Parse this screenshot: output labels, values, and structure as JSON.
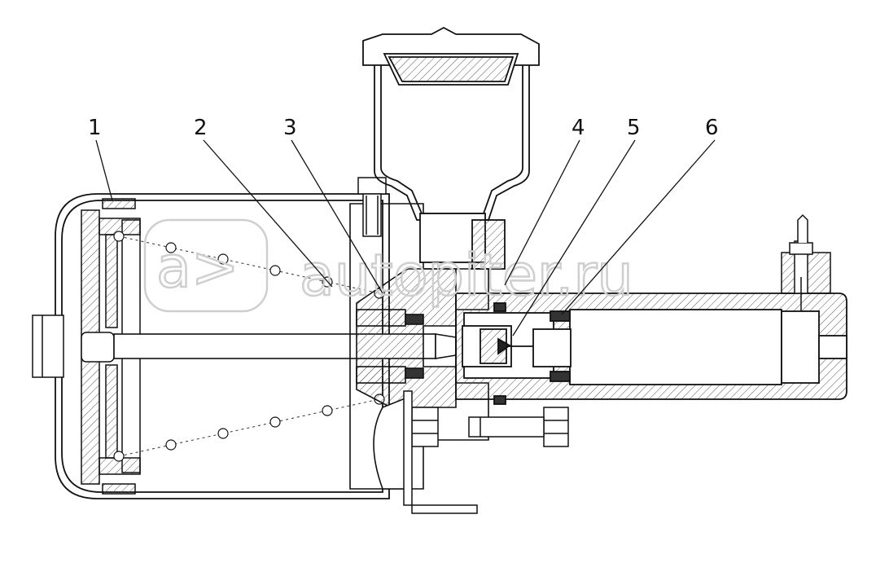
{
  "callouts": [
    {
      "label": "1"
    },
    {
      "label": "2"
    },
    {
      "label": "3"
    },
    {
      "label": "4"
    },
    {
      "label": "5"
    },
    {
      "label": "6"
    }
  ],
  "watermark": {
    "text": "autopiter.ru",
    "logo": "a-arrow-logo"
  },
  "colors": {
    "line": "#111111",
    "hatch": "#555555",
    "watermark": "#cfcfcf",
    "background": "#ffffff"
  }
}
